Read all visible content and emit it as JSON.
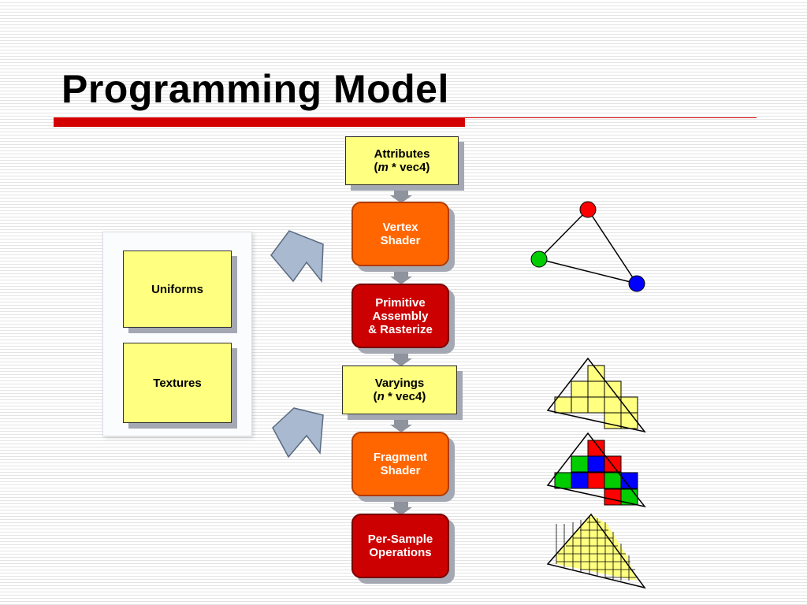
{
  "title": "Programming Model",
  "pipeline": {
    "attributes": {
      "line1": "Attributes",
      "open": "(",
      "var": "m",
      "rest": " * vec4)"
    },
    "vertex_shader": "Vertex\nShader",
    "primitive_assembly": "Primitive\nAssembly\n& Rasterize",
    "varyings": {
      "line1": "Varyings",
      "open": "(",
      "var": "n",
      "rest": " * vec4)"
    },
    "fragment_shader": "Fragment\nShader",
    "per_sample": "Per-Sample\nOperations"
  },
  "inputs": {
    "uniforms": "Uniforms",
    "textures": "Textures"
  },
  "colors": {
    "title_rule": "#d40000",
    "stage_orange": "#ff6600",
    "stage_red": "#cc0000",
    "data_yellow": "#ffff80",
    "arrow_blue": "#a9b9cf",
    "vertex_red": "#ff0000",
    "vertex_green": "#00cc00",
    "vertex_blue": "#0000ff"
  },
  "icons": [
    "block-arrow-icon",
    "triangle-vertices-icon",
    "rasterized-triangle-icon",
    "shaded-fragments-icon",
    "sample-grid-icon"
  ]
}
